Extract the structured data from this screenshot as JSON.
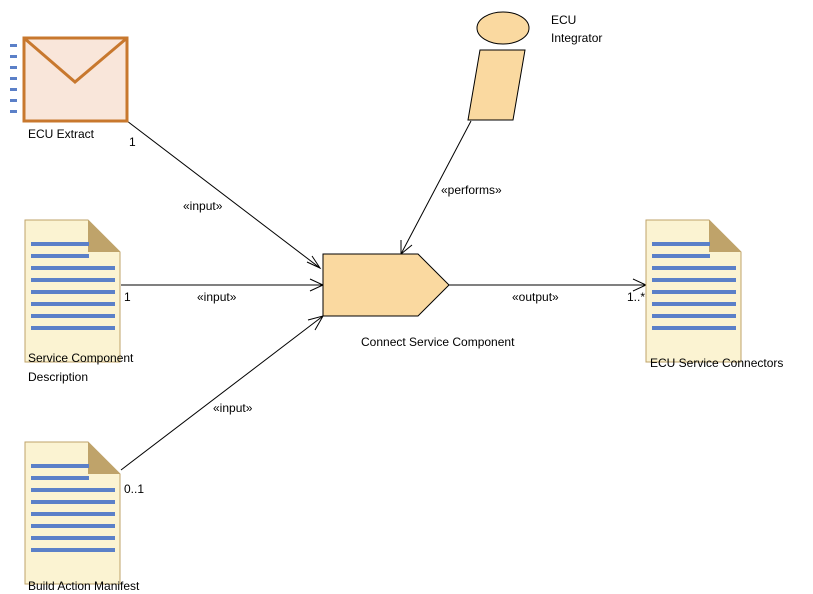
{
  "nodes": {
    "ecu_extract": {
      "label": "ECU Extract",
      "icon": "envelope-icon"
    },
    "ecu_integrator": {
      "label_line1": "ECU",
      "label_line2": "Integrator",
      "icon": "role-icon"
    },
    "service_component_description": {
      "label_line1": "Service Component",
      "label_line2": "Description",
      "icon": "document-icon"
    },
    "build_action_manifest": {
      "label": "Build Action Manifest",
      "icon": "document-icon"
    },
    "connect_service_component": {
      "label": "Connect Service Component",
      "icon": "task-icon"
    },
    "ecu_service_connectors": {
      "label": "ECU Service Connectors",
      "icon": "document-icon"
    }
  },
  "edges": {
    "extract_input": {
      "stereotype": "«input»",
      "multiplicity": "1"
    },
    "scd_input": {
      "stereotype": "«input»",
      "multiplicity": "1"
    },
    "bam_input": {
      "stereotype": "«input»",
      "multiplicity": "0..1"
    },
    "performs": {
      "stereotype": "«performs»"
    },
    "output": {
      "stereotype": "«output»",
      "multiplicity": "1..*"
    }
  },
  "colors": {
    "fill": "#FAD9A0",
    "envelope_fill": "#F9E6DA",
    "envelope_stroke": "#C8782E",
    "doc_fill": "#FBF3D2",
    "doc_fold": "#BFA36A",
    "doc_lines": "#5B80C8",
    "stroke": "#000000"
  }
}
